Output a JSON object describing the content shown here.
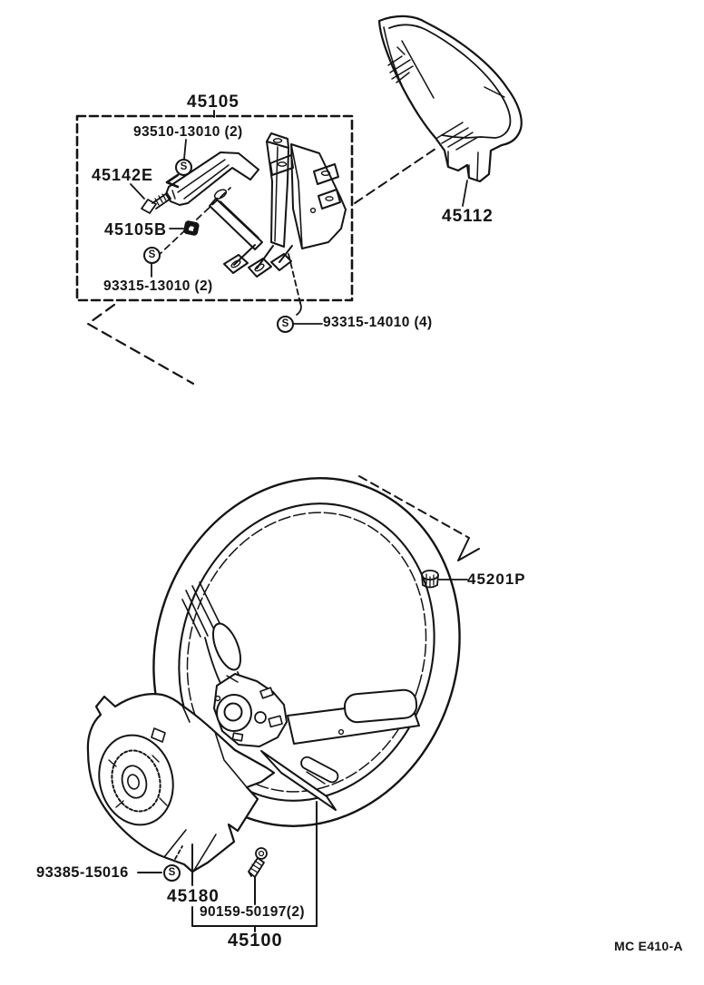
{
  "figure": {
    "code": "MC E410-A",
    "background": "#ffffff",
    "ink": "#141414",
    "description": "Steering wheel exploded parts diagram"
  },
  "symbols": {
    "standard": "S"
  },
  "parts": {
    "bracket_assembly": "45105",
    "pad_screw": "93510-13010 (2)",
    "bracket_screw": "45142E",
    "bracket_nut": "45105B",
    "bracket_bolt_inner": "93315-13010 (2)",
    "bracket_bolt_outer": "93315-14010 (4)",
    "horn_pad": "45112",
    "wheel_nut": "45201P",
    "cover_screw": "93385-15016",
    "lower_cover": "45180",
    "cover_bolt": "90159-50197(2)",
    "wheel_assembly": "45100"
  }
}
